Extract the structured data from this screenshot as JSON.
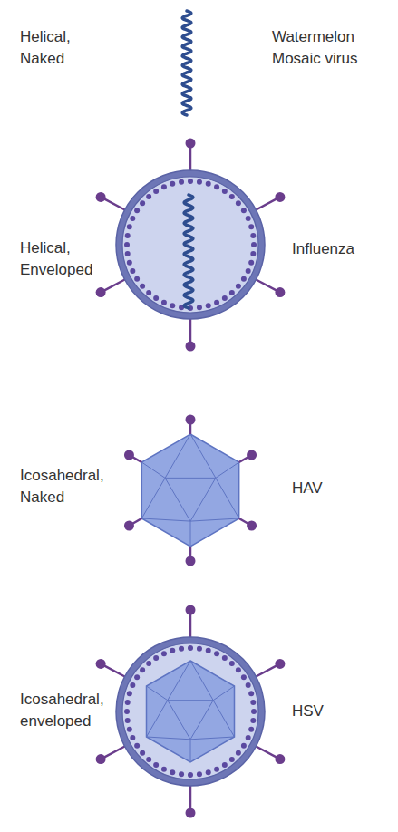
{
  "diagram": {
    "labels": [
      "Helical, Naked",
      "Watermelon Mosaic virus",
      "Helical, Enveloped",
      "Influenza",
      "Icosahedral, Naked",
      "HAV",
      "Icosahedral, enveloped",
      "HSV"
    ]
  }
}
